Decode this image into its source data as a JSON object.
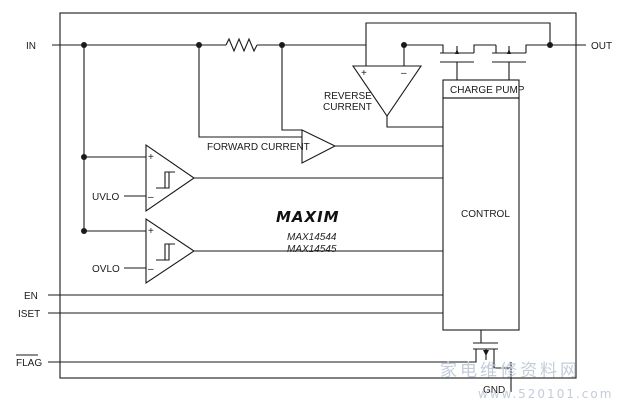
{
  "pins": {
    "in": "IN",
    "out": "OUT",
    "en": "EN",
    "iset": "ISET",
    "flag": "FLAG",
    "gnd": "GND"
  },
  "blocks": {
    "charge_pump": "CHARGE PUMP",
    "control": "CONTROL"
  },
  "labels": {
    "reverse_current_line1": "REVERSE",
    "reverse_current_line2": "CURRENT",
    "forward_current": "FORWARD CURRENT",
    "uvlo": "UVLO",
    "ovlo": "OVLO"
  },
  "branding": {
    "logo": "MAXIM",
    "part1": "MAX14544",
    "part2": "MAX14545"
  },
  "watermark": {
    "line1": "家电维修资料网",
    "line2": "www.520101.com"
  }
}
